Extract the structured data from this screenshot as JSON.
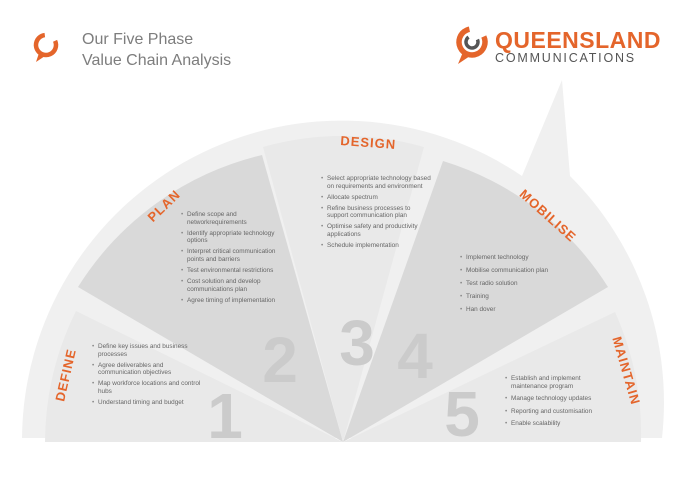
{
  "header": {
    "title_line1": "Our Five Phase",
    "title_line2": "Value Chain Analysis"
  },
  "logo": {
    "main": "QUEENSLAND",
    "sub": "COMMUNICATIONS",
    "icon": "speech-bubble-ring-icon"
  },
  "colors": {
    "accent": "#e4652b",
    "segment_light": "#e9e9e9",
    "segment_dark": "#d9d9d9",
    "number": "#cbcbcb"
  },
  "phases": [
    {
      "number": "1",
      "title": "DEFINE",
      "items": [
        "Define key issues and business processes",
        "Agree deliverables and communication objectives",
        "Map workforce locations and control hubs",
        "Understand timing and budget"
      ]
    },
    {
      "number": "2",
      "title": "PLAN",
      "items": [
        "Define scope and networkrequirements",
        "Identify appropriate technology options",
        "Interpret critical communication points and barriers",
        "Test environmental restrictions",
        "Cost solution and develop communications plan",
        "Agree timing of implementation"
      ]
    },
    {
      "number": "3",
      "title": "DESIGN",
      "items": [
        "Select appropriate technology based on requirements and environment",
        "Allocate spectrum",
        "Refine business processes to support communication plan",
        "Optimise safety and productivity applications",
        "Schedule implementation"
      ]
    },
    {
      "number": "4",
      "title": "MOBILISE",
      "items": [
        "Implement technology",
        "Mobilise communication plan",
        "Test radio solution",
        "Training",
        "Han dover"
      ]
    },
    {
      "number": "5",
      "title": "MAINTAIN",
      "items": [
        "Establish and implement maintenance program",
        "Manage technology updates",
        "Reporting and customisation",
        "Enable scalability"
      ]
    }
  ]
}
